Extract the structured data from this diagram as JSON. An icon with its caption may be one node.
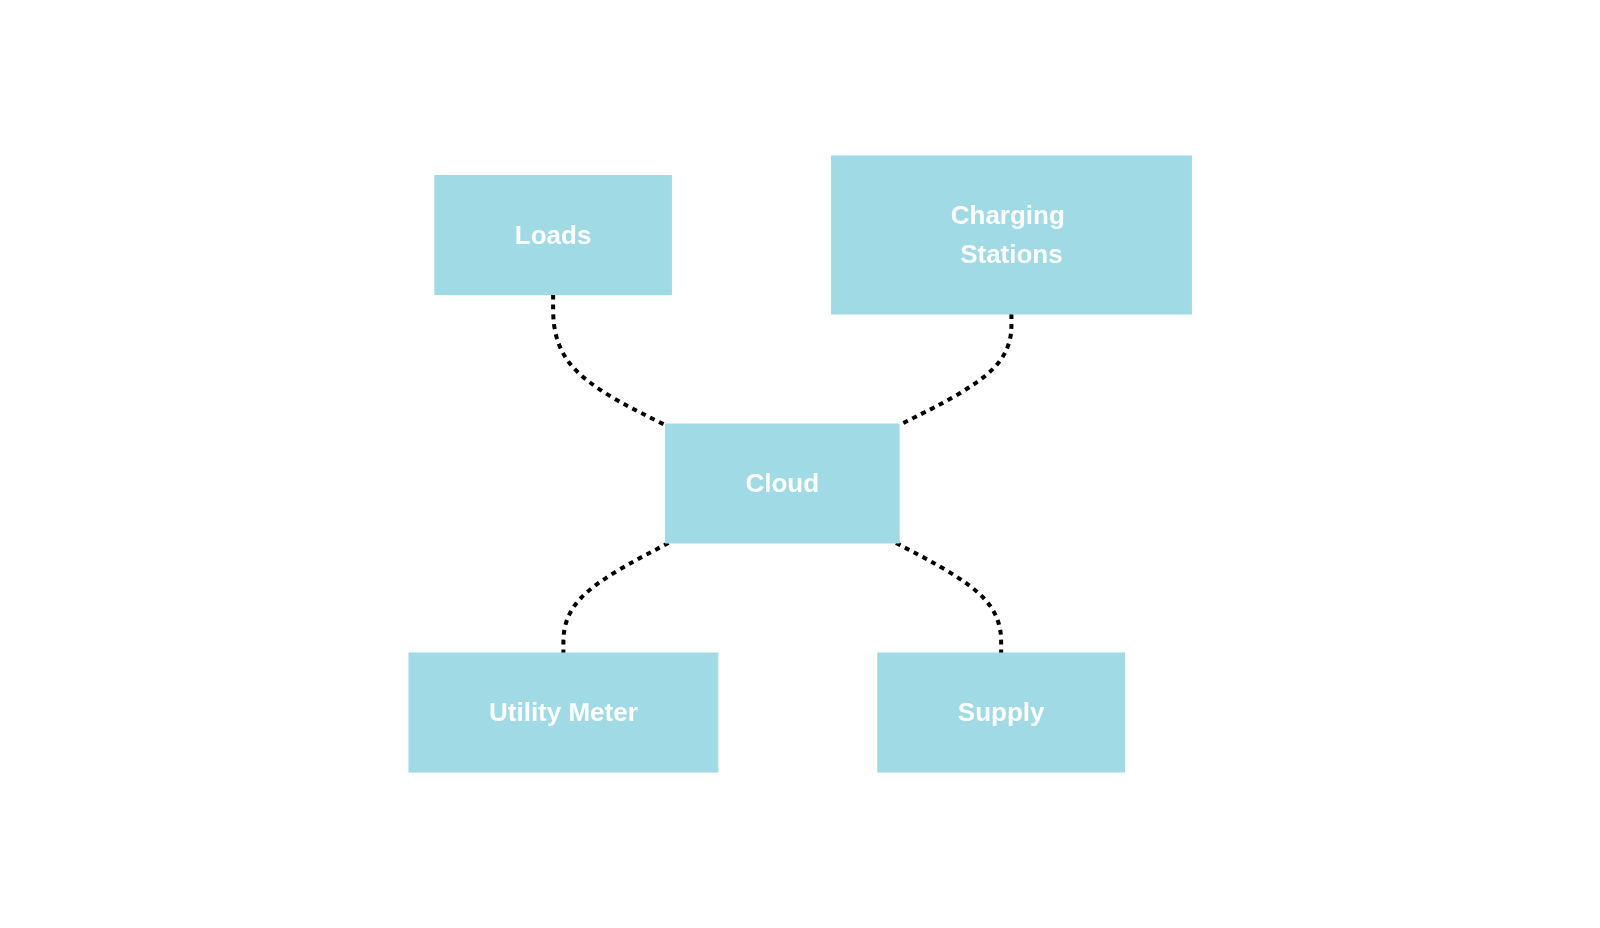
{
  "diagram": {
    "nodes": [
      {
        "text": [
          "Loads"
        ]
      },
      {
        "text": [
          "Charging Stations"
        ]
      },
      {
        "text": [
          "Cloud"
        ]
      },
      {
        "text": [
          "Utility Meter"
        ]
      },
      {
        "text": [
          "Supply"
        ]
      }
    ],
    "edges": [
      {
        "from": 0,
        "to": 2,
        "arrow": "none",
        "style": "dashed"
      },
      {
        "from": 1,
        "to": 2,
        "arrow": "none",
        "style": "dashed"
      },
      {
        "from": 2,
        "to": 3,
        "arrow": "none",
        "style": "dashed"
      },
      {
        "from": 2,
        "to": 4,
        "arrow": "none",
        "style": "dashed"
      }
    ]
  }
}
